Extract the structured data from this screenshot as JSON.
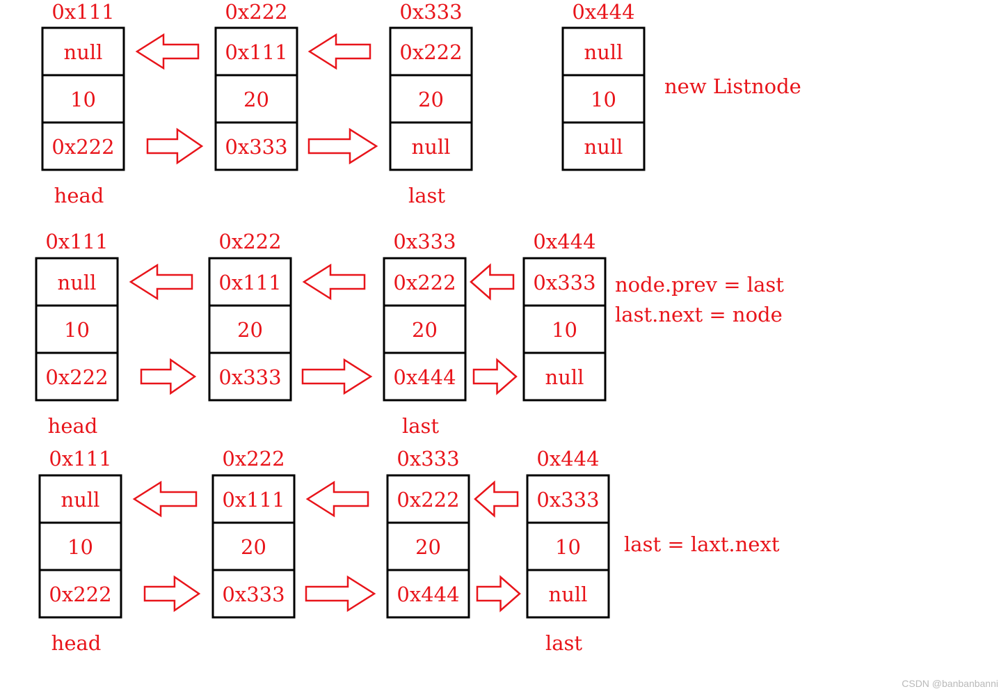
{
  "colors": {
    "text": "#e8141a",
    "box": "#000000",
    "background": "#ffffff",
    "watermark": "#b9b9b9"
  },
  "rows": [
    {
      "nodes": [
        {
          "addr": "0x111",
          "cells": [
            "null",
            "10",
            "0x222"
          ],
          "label": "head"
        },
        {
          "addr": "0x222",
          "cells": [
            "0x111",
            "20",
            "0x333"
          ],
          "label": ""
        },
        {
          "addr": "0x333",
          "cells": [
            "0x222",
            "20",
            "null"
          ],
          "label": "last"
        },
        {
          "addr": "0x444",
          "cells": [
            "null",
            "10",
            "null"
          ],
          "label": ""
        }
      ],
      "notes": [
        "new Listnode"
      ]
    },
    {
      "nodes": [
        {
          "addr": "0x111",
          "cells": [
            "null",
            "10",
            "0x222"
          ],
          "label": "head"
        },
        {
          "addr": "0x222",
          "cells": [
            "0x111",
            "20",
            "0x333"
          ],
          "label": ""
        },
        {
          "addr": "0x333",
          "cells": [
            "0x222",
            "20",
            "0x444"
          ],
          "label": "last"
        },
        {
          "addr": "0x444",
          "cells": [
            "0x333",
            "10",
            "null"
          ],
          "label": ""
        }
      ],
      "notes": [
        "node.prev = last",
        "last.next = node"
      ]
    },
    {
      "nodes": [
        {
          "addr": "0x111",
          "cells": [
            "null",
            "10",
            "0x222"
          ],
          "label": "head"
        },
        {
          "addr": "0x222",
          "cells": [
            "0x111",
            "20",
            "0x333"
          ],
          "label": ""
        },
        {
          "addr": "0x333",
          "cells": [
            "0x222",
            "20",
            "0x444"
          ],
          "label": ""
        },
        {
          "addr": "0x444",
          "cells": [
            "0x333",
            "10",
            "null"
          ],
          "label": "last"
        }
      ],
      "notes": [
        "last = laxt.next"
      ]
    }
  ],
  "watermark": "CSDN @banbanbanni"
}
